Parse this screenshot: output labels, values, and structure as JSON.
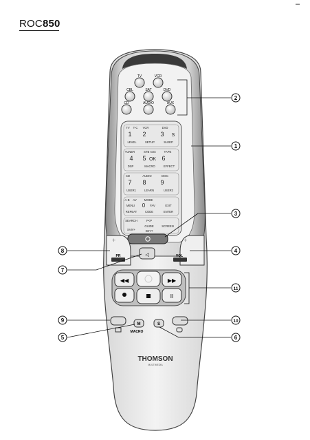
{
  "header": {
    "model_prefix": "ROC",
    "model_number": "850",
    "page_mark": "–"
  },
  "device_buttons": {
    "row1": [
      "TV",
      "VCR"
    ],
    "row2": [
      "CBL",
      "SAT",
      "DVD"
    ],
    "row3": [
      "CD",
      "AUDIO",
      "AUX"
    ]
  },
  "keypad": [
    [
      "TV",
      "T-C",
      "VCR",
      "DVD",
      "1",
      "2",
      "3",
      "S",
      "LEVEL",
      "SETUP",
      "SLEEP"
    ],
    [
      "TUNER",
      "STB AUX",
      "TAPE",
      "4",
      "5",
      "OK",
      "6",
      "DSP",
      "MACRO",
      "EFFECT"
    ],
    [
      "CD",
      "AUDIO",
      "DISC",
      "7",
      "8",
      "9",
      "USER1",
      "LEARN",
      "USER2"
    ],
    [
      "A-B",
      "AV",
      "MODE",
      "MENU",
      "0",
      "FAV",
      "EXIT",
      "REPEAT",
      "CODE",
      "ENTER"
    ],
    [
      "SEARCH",
      "P<P",
      "SVIV+",
      "GUIDE",
      "SCREEN",
      "KEY?"
    ]
  ],
  "controls": {
    "pr_label": "PR",
    "vol_label": "VOL",
    "macro_label": "MACRO",
    "m_label": "M",
    "s_label": "S"
  },
  "brand": {
    "name": "THOMSON",
    "tagline": "MULTIMEDIA"
  },
  "callouts": [
    "1",
    "2",
    "3",
    "4",
    "5",
    "6",
    "7",
    "8",
    "9",
    "10",
    "11"
  ]
}
